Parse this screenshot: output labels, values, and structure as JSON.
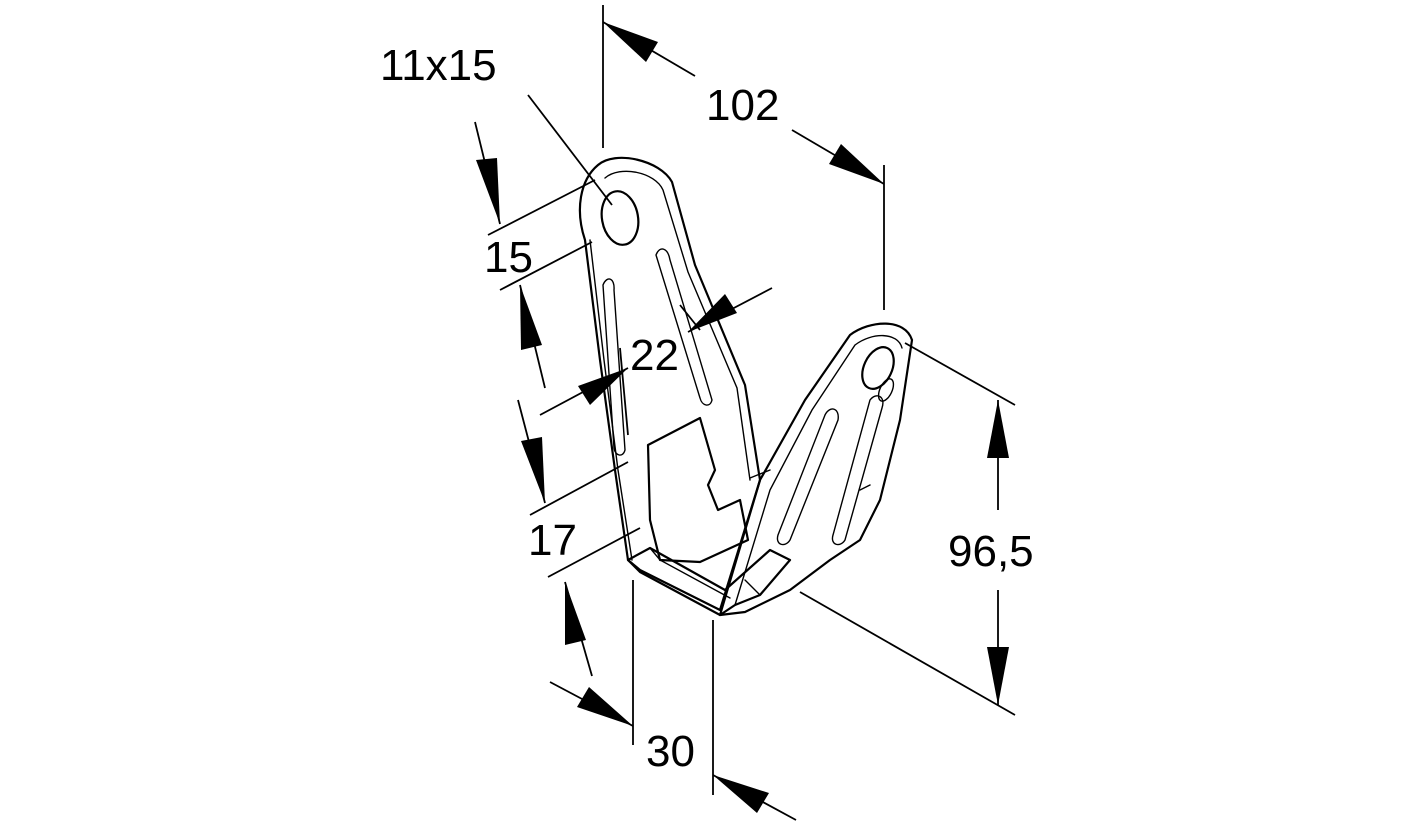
{
  "dimensions": {
    "slot": "11x15",
    "overall_width": "102",
    "top_offset": "15",
    "slot_width": "22",
    "bottom_offset": "17",
    "depth": "30",
    "height": "96,5"
  },
  "colors": {
    "line": "#000000",
    "background": "#ffffff"
  }
}
